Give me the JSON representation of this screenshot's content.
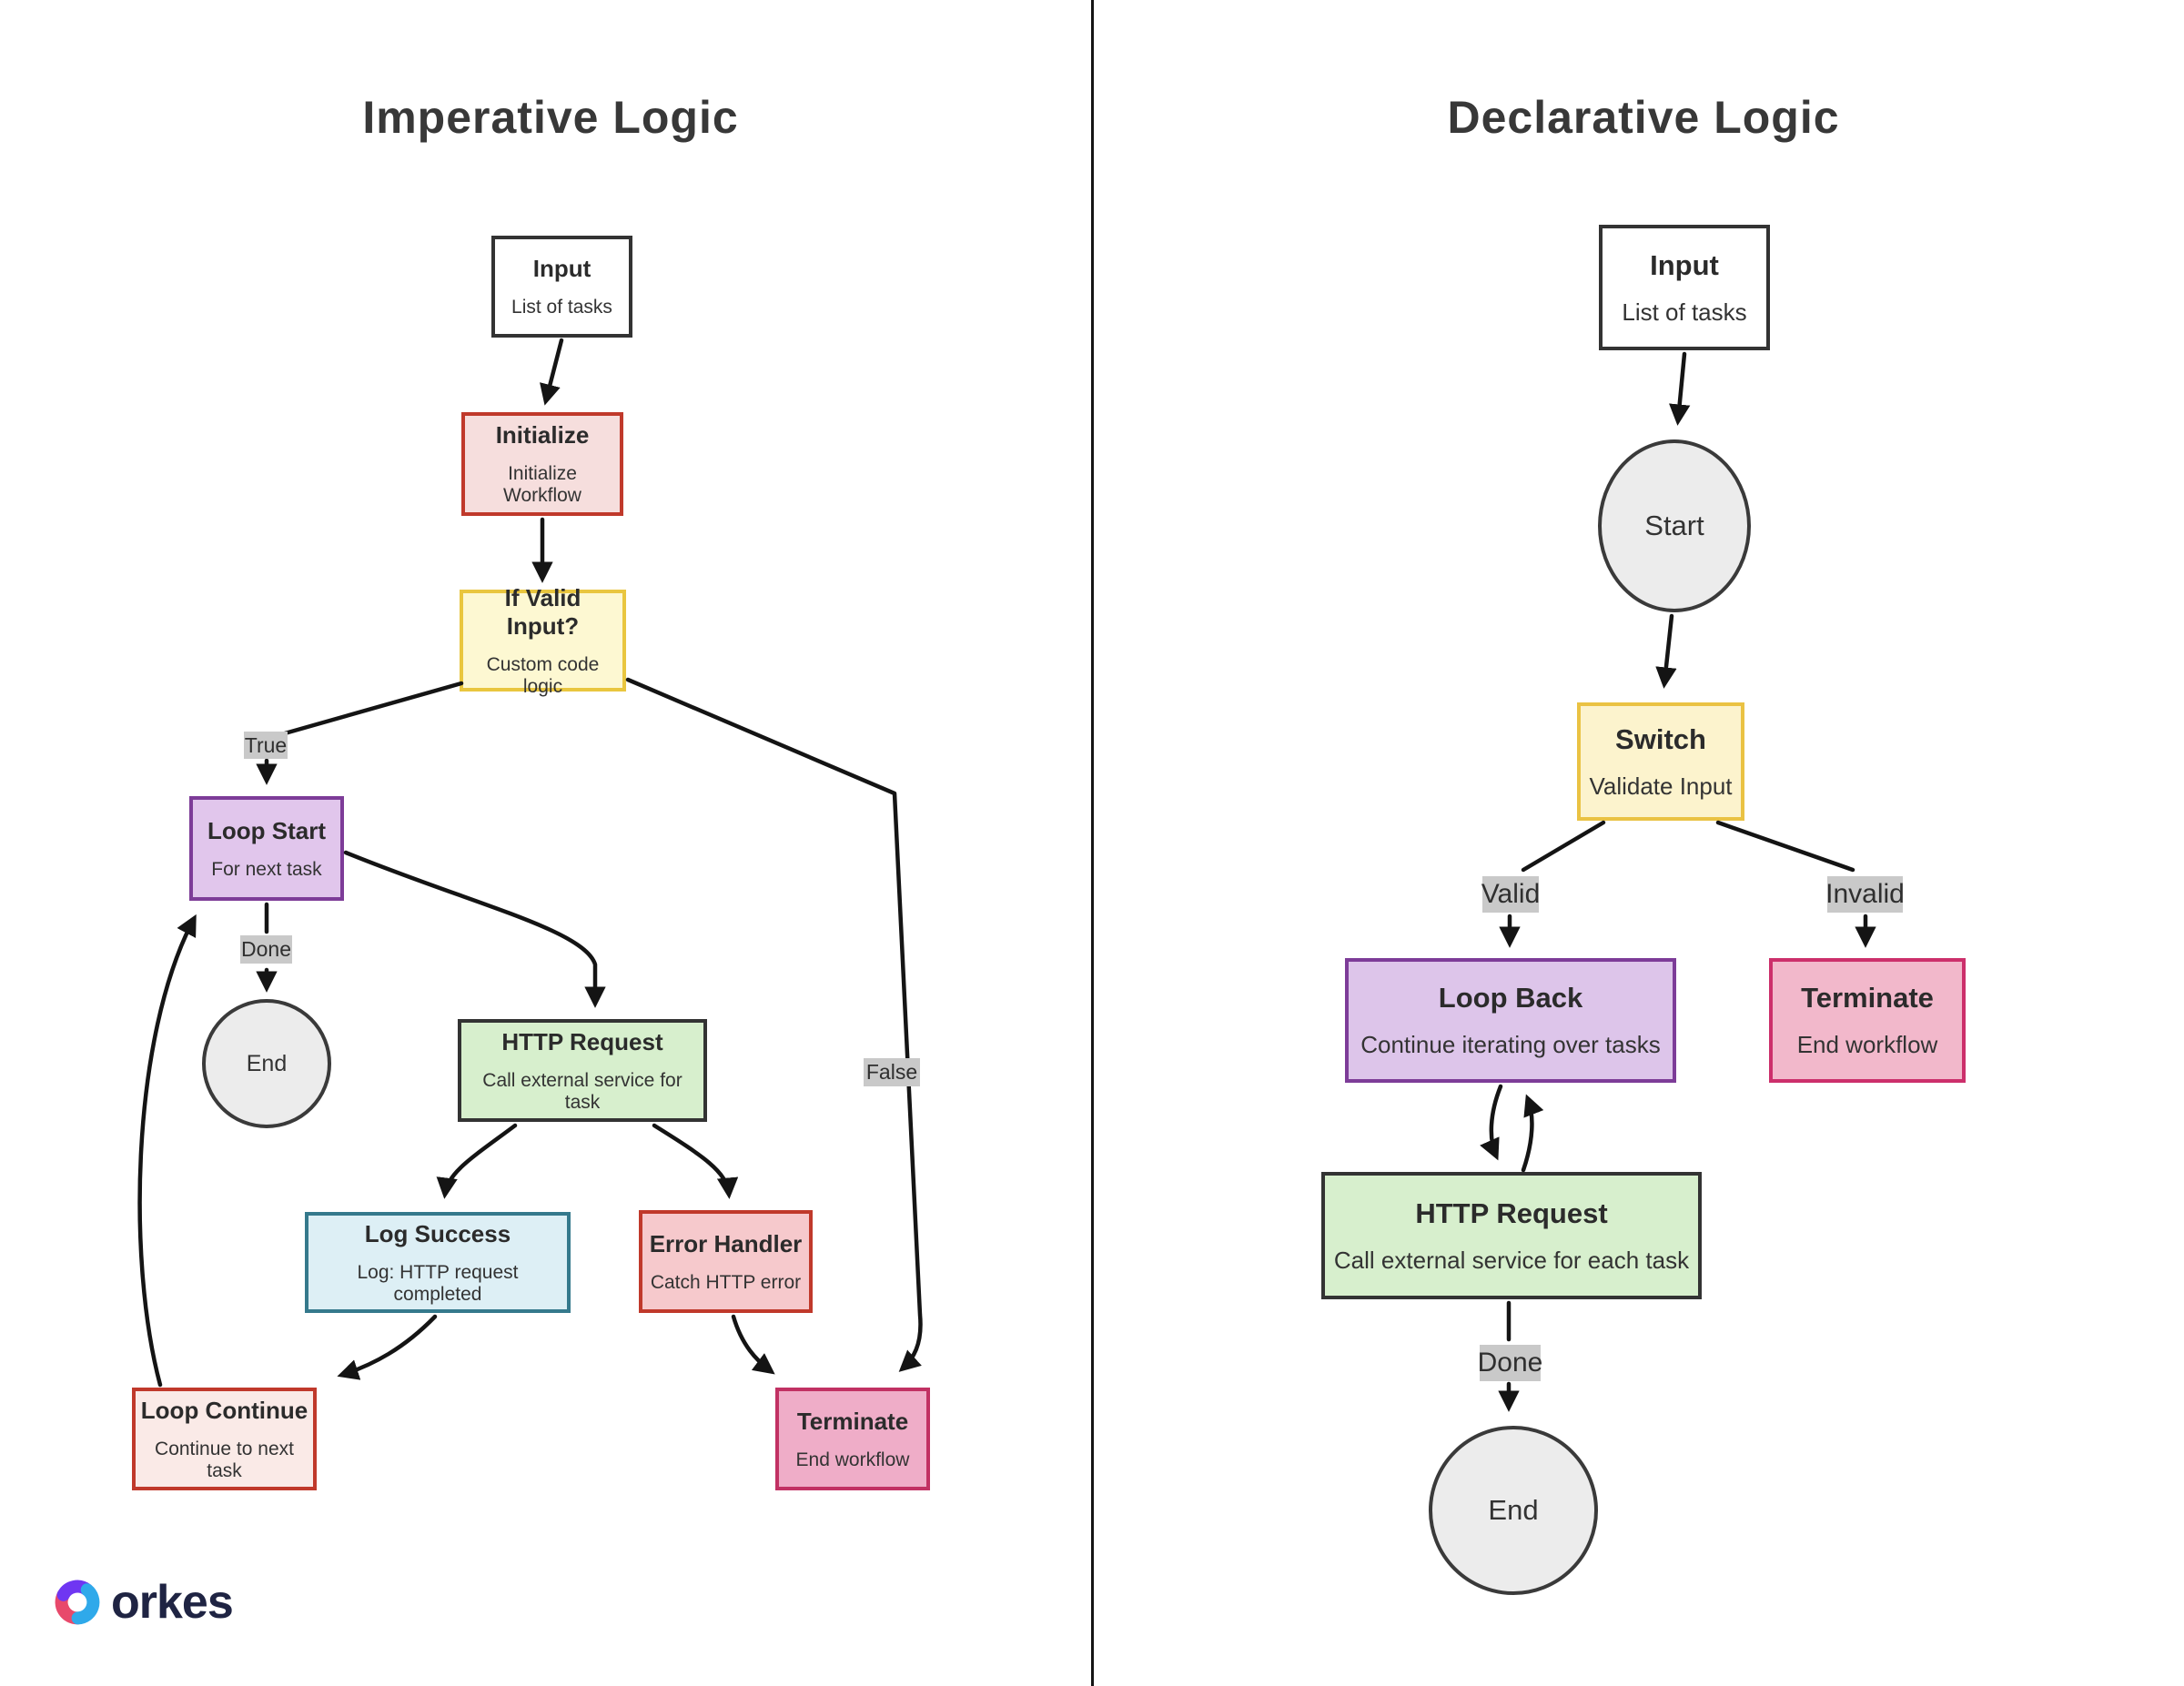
{
  "left": {
    "title": "Imperative Logic",
    "nodes": {
      "input": {
        "title": "Input",
        "subtitle": "List of tasks"
      },
      "initialize": {
        "title": "Initialize",
        "subtitle": "Initialize Workflow"
      },
      "if_valid": {
        "title": "If Valid Input?",
        "subtitle": "Custom code logic"
      },
      "loop_start": {
        "title": "Loop Start",
        "subtitle": "For next task"
      },
      "end": {
        "label": "End"
      },
      "http": {
        "title": "HTTP Request",
        "subtitle": "Call external service for task"
      },
      "log_success": {
        "title": "Log Success",
        "subtitle": "Log: HTTP request completed"
      },
      "error_handler": {
        "title": "Error Handler",
        "subtitle": "Catch HTTP error"
      },
      "loop_continue": {
        "title": "Loop Continue",
        "subtitle": "Continue to next task"
      },
      "terminate": {
        "title": "Terminate",
        "subtitle": "End workflow"
      }
    },
    "edge_labels": {
      "true": "True",
      "done": "Done",
      "false": "False"
    }
  },
  "right": {
    "title": "Declarative Logic",
    "nodes": {
      "input": {
        "title": "Input",
        "subtitle": "List of tasks"
      },
      "start": {
        "label": "Start"
      },
      "switch": {
        "title": "Switch",
        "subtitle": "Validate Input"
      },
      "loop_back": {
        "title": "Loop Back",
        "subtitle": "Continue iterating over tasks"
      },
      "terminate": {
        "title": "Terminate",
        "subtitle": "End workflow"
      },
      "http": {
        "title": "HTTP Request",
        "subtitle": "Call external service for each task"
      },
      "end": {
        "label": "End"
      }
    },
    "edge_labels": {
      "valid": "Valid",
      "invalid": "Invalid",
      "done": "Done"
    }
  },
  "brand": {
    "name": "orkes"
  },
  "palette": {
    "background": "#ffffff",
    "divider": "#141414",
    "arrow": "#141414",
    "title_text": "#383838",
    "chip_bg": "#c9c9c9",
    "node_border_dark": "#333333",
    "red_border": "#c0392b",
    "red_fill": "#f6dedd",
    "yellow_border": "#e9c63f",
    "yellow_fill": "#fdf8d2",
    "purple_border": "#7d3c98",
    "purple_fill": "#e1c6ec",
    "green_fill": "#d7efcd",
    "cyan_border": "#35798c",
    "cyan_fill": "#ddeff5",
    "pink_fill": "#f6c9cc",
    "light_pink_fill": "#faeae7",
    "magenta_border": "#c13163",
    "magenta_fill": "#efadc8",
    "gray_circle_fill": "#ececec",
    "brand_text": "#1f2443",
    "brand_pink": "#e8496b",
    "brand_purple": "#6f36f2",
    "brand_blue": "#2fa9ea"
  }
}
